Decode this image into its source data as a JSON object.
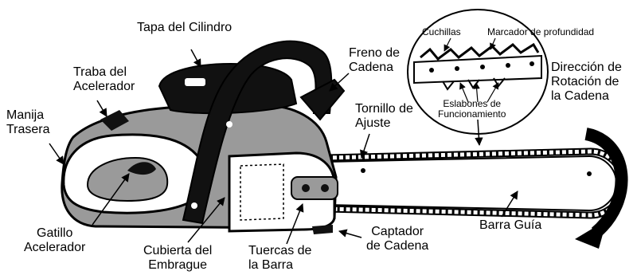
{
  "labels": {
    "cylinder_cover": "Tapa del Cilindro",
    "throttle_lock": [
      "Traba del",
      "Acelerador"
    ],
    "rear_handle": [
      "Manija",
      "Trasera"
    ],
    "chain_brake": [
      "Freno de",
      "Cadena"
    ],
    "cutters": "Cuchillas",
    "depth_gauge": "Marcador de profundidad",
    "drive_links": [
      "Eslabones de",
      "Funcionamiento"
    ],
    "chain_direction": [
      "Dirección de",
      "Rotación de",
      "la Cadena"
    ],
    "adjust_screw": [
      "Tornillo de",
      "Ajuste"
    ],
    "guide_bar": "Barra Guía",
    "throttle_trigger": [
      "Gatillo",
      "Acelerador"
    ],
    "clutch_cover": [
      "Cubierta del",
      "Embrague"
    ],
    "bar_nuts": [
      "Tuercas de",
      "la Barra"
    ],
    "chain_catcher": [
      "Captador",
      "de Cadena"
    ]
  }
}
